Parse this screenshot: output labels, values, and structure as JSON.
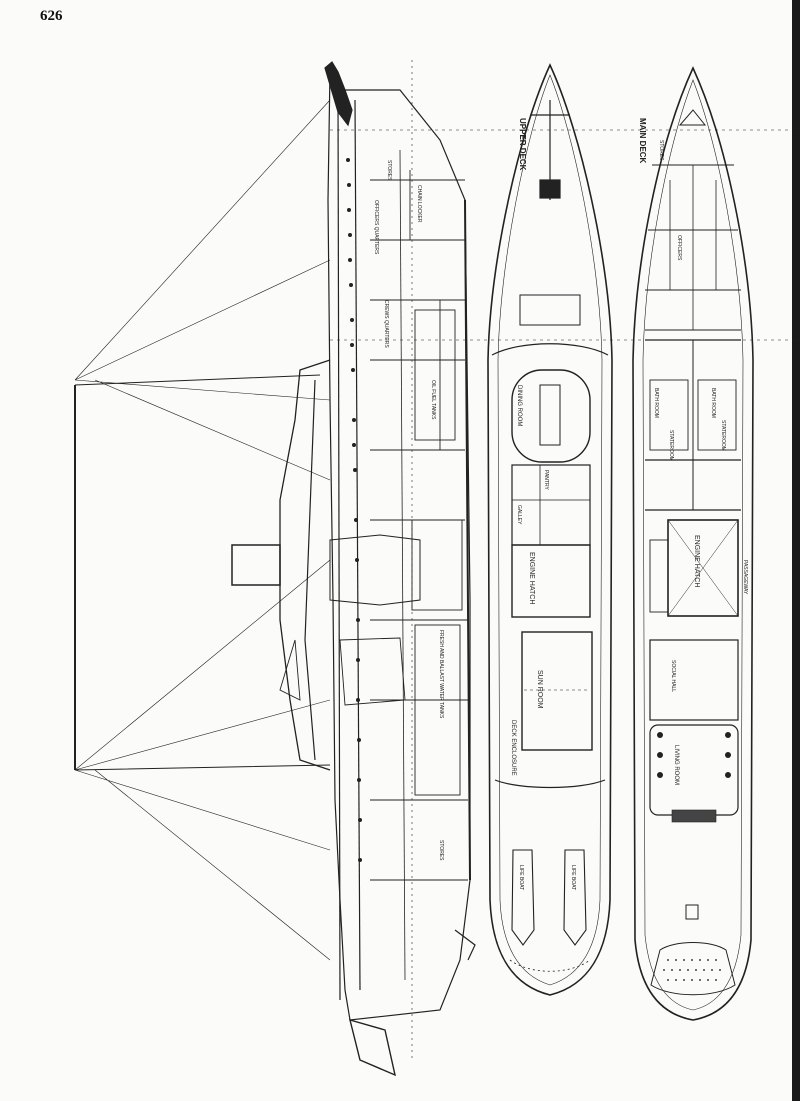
{
  "page": {
    "number": "626"
  },
  "plans": {
    "upper_deck": {
      "title": "UPPER DECK",
      "rooms": {
        "dining_room": "DINING ROOM",
        "pantry": "PANTRY",
        "galley": "GALLEY",
        "engine_hatch": "ENGINE HATCH",
        "sun_room": "SUN ROOM",
        "deck_enclosure": "DECK ENCLOSURE",
        "life_boat_1": "LIFE BOAT",
        "life_boat_2": "LIFE BOAT"
      }
    },
    "main_deck": {
      "title": "MAIN DECK",
      "rooms": {
        "stores": "STORES",
        "officers": "OFFICERS",
        "bathroom_1": "BATH ROOM",
        "bathroom_2": "BATH ROOM",
        "stateroom_1": "STATEROOM",
        "stateroom_2": "STATEROOM",
        "engine_hatch": "ENGINE HATCH",
        "passageway": "PASSAGEWAY",
        "social_hall": "SOCIAL HALL",
        "living_room": "LIVING ROOM"
      }
    },
    "profile": {
      "labels": {
        "officers_quarters": "OFFICERS QUARTERS",
        "crews_quarters": "CREWS QUARTERS",
        "chain_locker": "CHAIN LOCKER",
        "stores_fwd": "STORES",
        "oil_fuel_tanks": "OIL FUEL TANKS",
        "fresh_water_tanks": "FRESH AND BALLAST WATER TANKS",
        "stores_aft": "STORES"
      }
    }
  }
}
